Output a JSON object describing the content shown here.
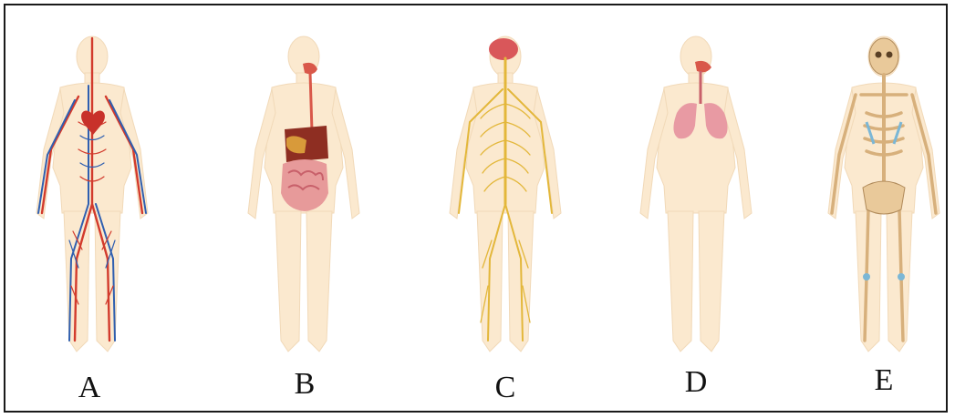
{
  "panels": [
    {
      "label": "A",
      "icon": "circulatory-system-icon"
    },
    {
      "label": "B",
      "icon": "digestive-system-icon"
    },
    {
      "label": "C",
      "icon": "nervous-system-icon"
    },
    {
      "label": "D",
      "icon": "respiratory-system-icon"
    },
    {
      "label": "E",
      "icon": "skeletal-system-icon"
    }
  ],
  "colors": {
    "body_fill": "#fbe9cf",
    "artery": "#d23a2c",
    "vein": "#2f5fb0",
    "nerve": "#e3b73a",
    "lung": "#e89aa3",
    "bone": "#e9c99a",
    "cartilage": "#7bb7d6"
  }
}
